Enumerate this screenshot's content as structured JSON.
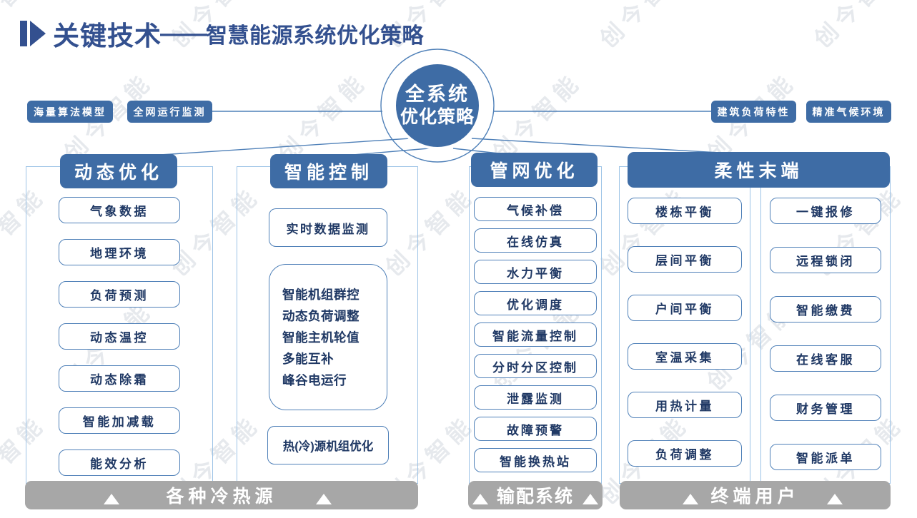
{
  "title": {
    "prefix": "关键技术",
    "separator": "——",
    "suffix": "智慧能源系统优化策略"
  },
  "center_node": {
    "line1": "全系统",
    "line2": "优化策略"
  },
  "side_labels": {
    "left": [
      "海量算法模型",
      "全网运行监测"
    ],
    "right": [
      "建筑负荷特性",
      "精准气候环境"
    ]
  },
  "columns": [
    {
      "header": "动态优化",
      "items": [
        "气象数据",
        "地理环境",
        "负荷预测",
        "动态温控",
        "动态除霜",
        "智能加减载",
        "能效分析"
      ]
    },
    {
      "header": "智能控制",
      "top_item": "实时数据监测",
      "group_items": [
        "智能机组群控",
        "动态负荷调整",
        "智能主机轮值",
        "多能互补",
        "峰谷电运行"
      ],
      "bottom_item": "热(冷)源机组优化"
    },
    {
      "header": "管网优化",
      "items": [
        "气候补偿",
        "在线仿真",
        "水力平衡",
        "优化调度",
        "智能流量控制",
        "分时分区控制",
        "泄露监测",
        "故障预警",
        "智能换热站"
      ]
    },
    {
      "header": "柔性末端",
      "left_items": [
        "楼栋平衡",
        "层间平衡",
        "户间平衡",
        "室温采集",
        "用热计量",
        "负荷调整"
      ],
      "right_items": [
        "一键报修",
        "远程锁闭",
        "智能缴费",
        "在线客服",
        "财务管理",
        "智能派单"
      ]
    }
  ],
  "footer": {
    "bars": [
      "各种冷热源",
      "输配系统",
      "终端用户"
    ]
  },
  "watermark": {
    "text": "创今智能"
  },
  "colors": {
    "title_navy": "#33508F",
    "primary_blue": "#3E6CA5",
    "item_border_blue": "#4F80B8",
    "item_text_navy": "#1F3864",
    "container_outline": "#9DC3E6",
    "footer_gray": "#A7A7A7",
    "watermark_gray": "#C2C8D0"
  }
}
